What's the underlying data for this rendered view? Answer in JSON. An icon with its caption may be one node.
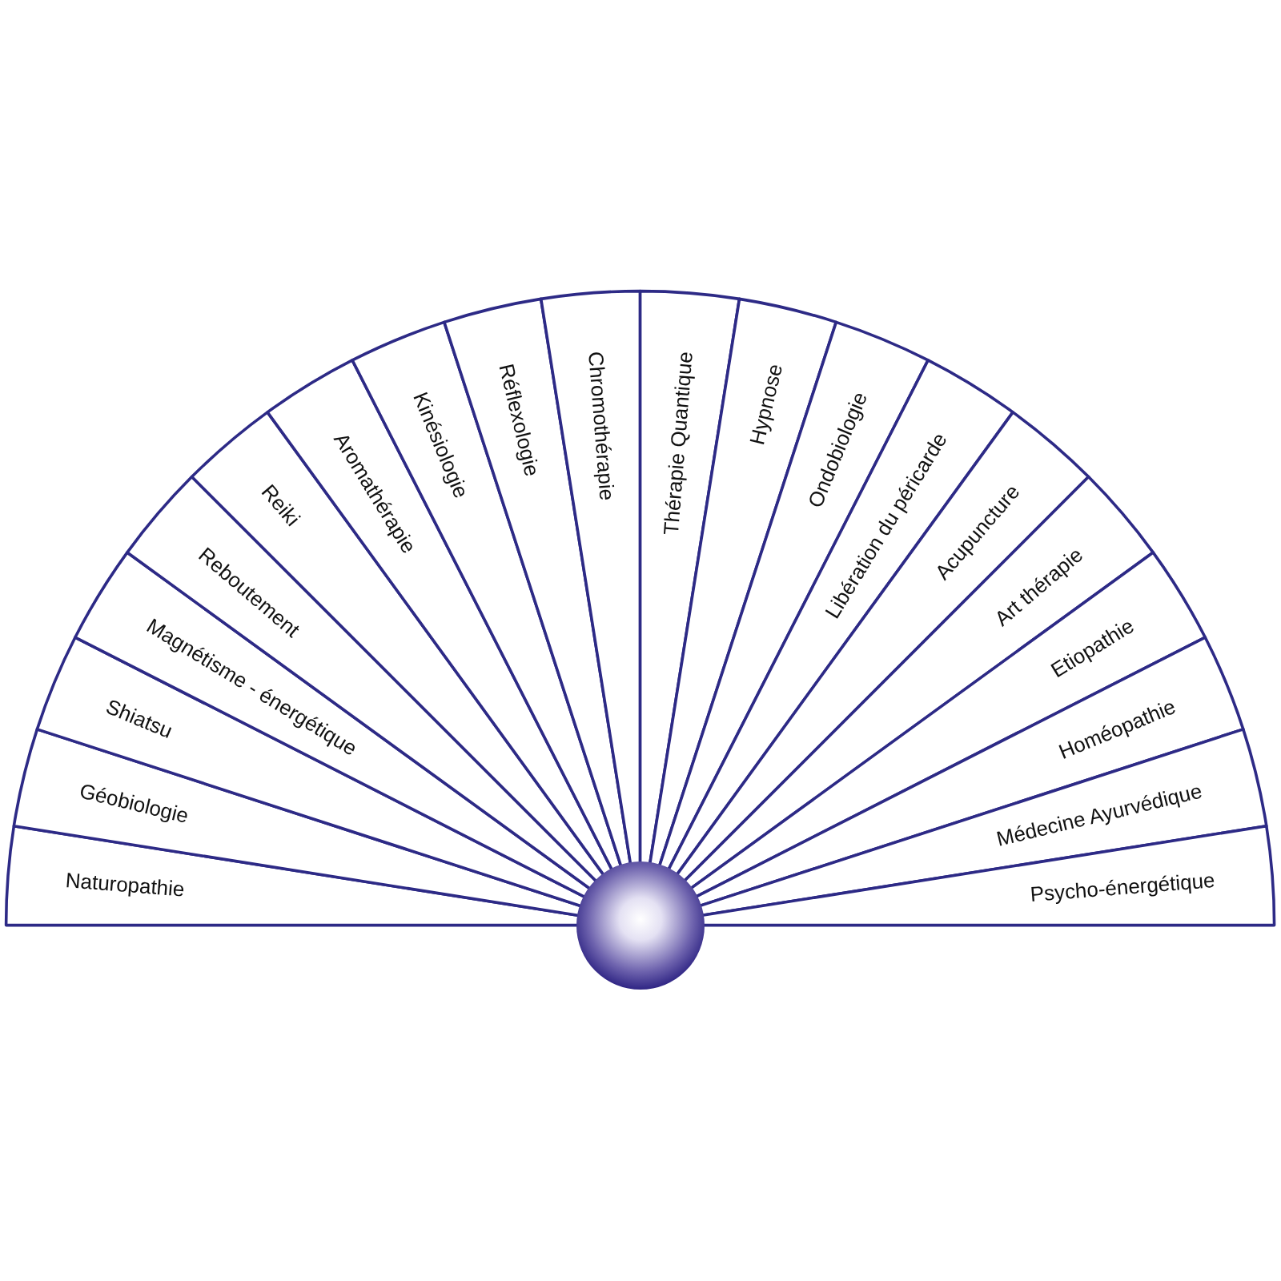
{
  "diagram": {
    "nodes": [
      {
        "text": [
          "Naturopathie"
        ]
      },
      {
        "text": [
          "Géobiologie"
        ]
      },
      {
        "text": [
          "Shiatsu"
        ]
      },
      {
        "text": [
          "Magnétisme - énergétique"
        ]
      },
      {
        "text": [
          "Reboutement"
        ]
      },
      {
        "text": [
          "Reiki"
        ]
      },
      {
        "text": [
          "Aromathérapie"
        ]
      },
      {
        "text": [
          "Kinésiologie"
        ]
      },
      {
        "text": [
          "Réflexologie"
        ]
      },
      {
        "text": [
          "Chromothérapie"
        ]
      },
      {
        "text": [
          "Thérapie Quantique"
        ]
      },
      {
        "text": [
          "Hypnose"
        ]
      },
      {
        "text": [
          "Ondobiologie"
        ]
      },
      {
        "text": [
          "Libération du péricarde"
        ]
      },
      {
        "text": [
          "Acupuncture"
        ]
      },
      {
        "text": [
          "Art thérapie"
        ]
      },
      {
        "text": [
          "Etiopathie"
        ]
      },
      {
        "text": [
          "Homéopathie"
        ]
      },
      {
        "text": [
          "Médecine Ayurvédique"
        ]
      },
      {
        "text": [
          "Psycho-énergétique"
        ]
      }
    ]
  }
}
